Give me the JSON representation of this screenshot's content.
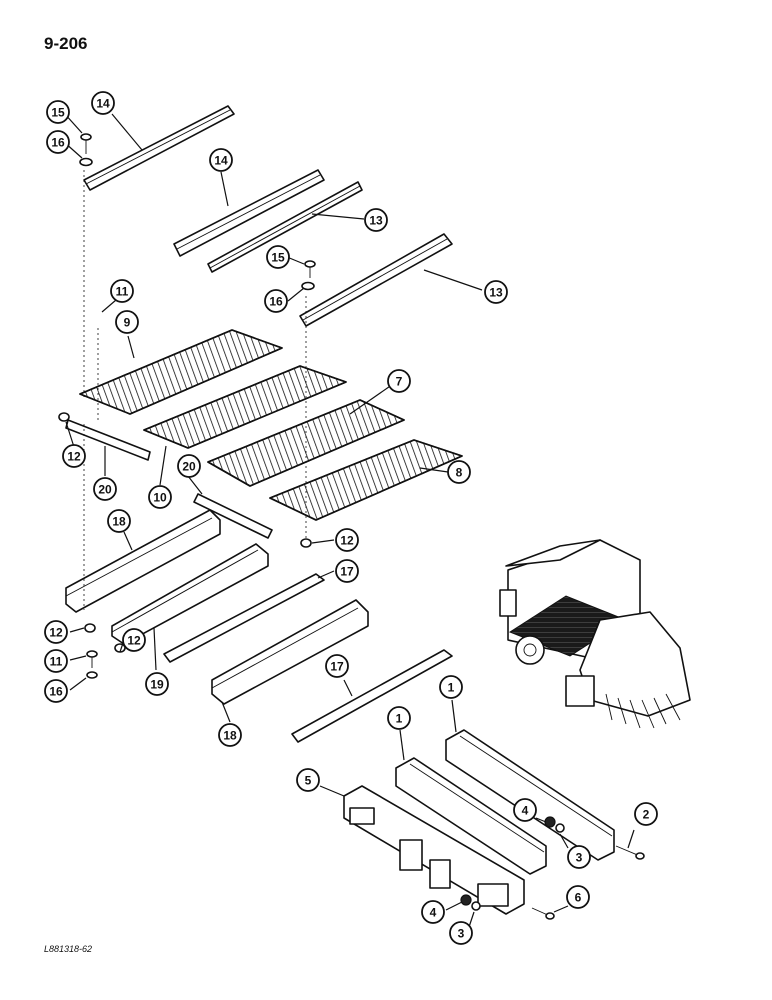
{
  "page": {
    "page_number": "9-206",
    "figure_code": "L881318-62"
  },
  "callouts": [
    {
      "label": "15"
    },
    {
      "label": "16"
    },
    {
      "label": "14"
    },
    {
      "label": "14"
    },
    {
      "label": "13"
    },
    {
      "label": "15"
    },
    {
      "label": "16"
    },
    {
      "label": "13"
    },
    {
      "label": "11"
    },
    {
      "label": "9"
    },
    {
      "label": "7"
    },
    {
      "label": "12"
    },
    {
      "label": "20"
    },
    {
      "label": "10"
    },
    {
      "label": "20"
    },
    {
      "label": "8"
    },
    {
      "label": "12"
    },
    {
      "label": "18"
    },
    {
      "label": "17"
    },
    {
      "label": "12"
    },
    {
      "label": "11"
    },
    {
      "label": "12"
    },
    {
      "label": "16"
    },
    {
      "label": "19"
    },
    {
      "label": "18"
    },
    {
      "label": "17"
    },
    {
      "label": "1"
    },
    {
      "label": "1"
    },
    {
      "label": "5"
    },
    {
      "label": "4"
    },
    {
      "label": "2"
    },
    {
      "label": "3"
    },
    {
      "label": "6"
    },
    {
      "label": "4"
    },
    {
      "label": "3"
    }
  ]
}
